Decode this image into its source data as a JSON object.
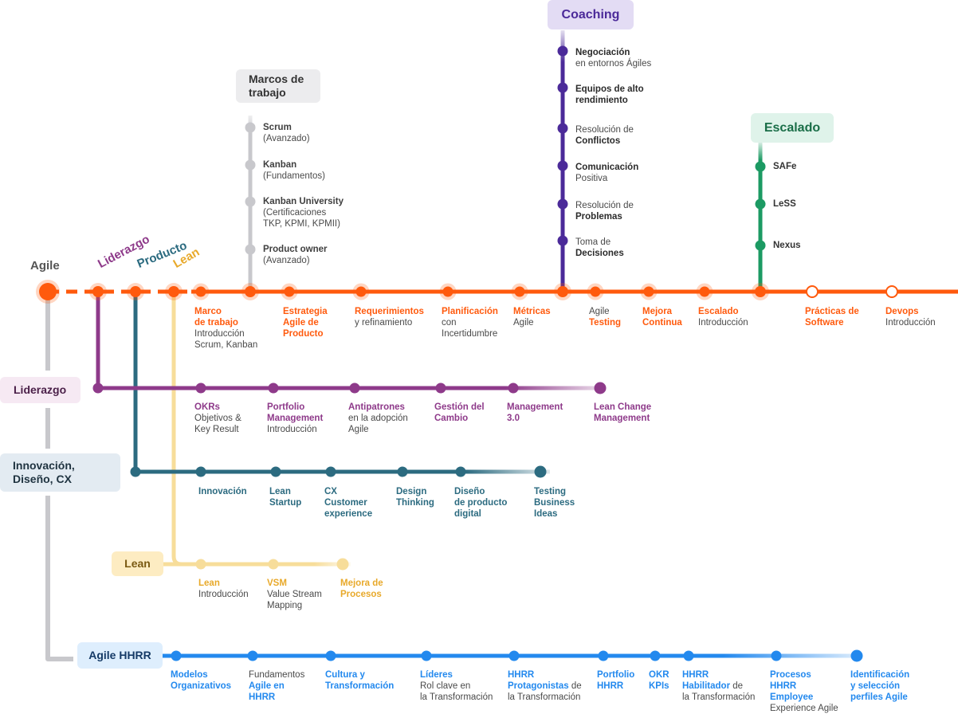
{
  "colors": {
    "agile": "#ff5a0d",
    "liderazgo": "#8e3a8a",
    "innovacion": "#2c6b80",
    "lean": "#f7dd9a",
    "lean_text": "#e8a92a",
    "hhrr": "#2389ee",
    "coaching": "#4b2a99",
    "marcos": "#c8c8cc",
    "escalado": "#1c9a63",
    "grey_text": "#4a4a4a"
  },
  "headings": {
    "agile": "Agile",
    "liderazgo_rot": "Liderazgo",
    "producto_rot": "Producto",
    "lean_rot": "Lean",
    "marcos": "Marcos de\ntrabajo",
    "coaching": "Coaching",
    "escalado": "Escalado",
    "liderazgo": "Liderazgo",
    "innovacion": "Innovación,\nDiseño, CX",
    "lean": "Lean",
    "hhrr": "Agile HHRR"
  },
  "agile_line": [
    {
      "b": "Marco\nde trabajo",
      "n": "Introducción\nScrum, Kanban"
    },
    {
      "b": "Estrategia\nAgile de\nProducto",
      "n": ""
    },
    {
      "b": "Requerimientos",
      "n": "y refinamiento"
    },
    {
      "b": "Planificación",
      "n": "con\nIncertidumbre"
    },
    {
      "b": "Métricas",
      "n": "Agile"
    },
    {
      "pre": "Agile",
      "b": "Testing",
      "n": ""
    },
    {
      "b": "Mejora\nContinua",
      "n": ""
    },
    {
      "b": "Escalado",
      "n": "Introducción"
    },
    {
      "b": "Prácticas de\nSoftware",
      "n": ""
    },
    {
      "b": "Devops",
      "n": "Introducción"
    }
  ],
  "marcos_items": [
    {
      "b": "Scrum",
      "n": "(Avanzado)"
    },
    {
      "b": "Kanban",
      "n": "(Fundamentos)"
    },
    {
      "b": "Kanban University",
      "n": "(Certificaciones\nTKP, KPMI, KPMII)"
    },
    {
      "b": "Product owner",
      "n": "(Avanzado)"
    }
  ],
  "coaching_items": [
    {
      "b": "Negociación",
      "n": "en entornos Ágiles"
    },
    {
      "b": "Equipos de alto\nrendimiento",
      "n": ""
    },
    {
      "pre": "Resolución de",
      "b": "Conflictos",
      "n": ""
    },
    {
      "b": "Comunicación",
      "n": "Positiva"
    },
    {
      "pre": "Resolución de",
      "b": "Problemas",
      "n": ""
    },
    {
      "pre": "Toma de",
      "b": "Decisiones",
      "n": ""
    }
  ],
  "escalado_items": [
    "SAFe",
    "LeSS",
    "Nexus"
  ],
  "liderazgo_items": [
    {
      "b": "OKRs",
      "n": "Objetivos &\nKey Result"
    },
    {
      "b": "Portfolio\nManagement",
      "n": "Introducción"
    },
    {
      "b": "Antipatrones",
      "n": "en la adopción\nAgile"
    },
    {
      "b": "Gestión del\nCambio",
      "n": ""
    },
    {
      "b": "Management\n3.0",
      "n": ""
    },
    {
      "b": "Lean Change\nManagement",
      "n": ""
    }
  ],
  "innovacion_items": [
    {
      "b": "Innovación",
      "n": ""
    },
    {
      "b": "Lean\nStartup",
      "n": ""
    },
    {
      "b": "CX\nCustomer\nexperience",
      "n": ""
    },
    {
      "b": "Design\nThinking",
      "n": ""
    },
    {
      "b": "Diseño\nde producto\ndigital",
      "n": ""
    },
    {
      "b": "Testing\nBusiness\nIdeas",
      "n": ""
    }
  ],
  "lean_items": [
    {
      "b": "Lean",
      "n": "Introducción"
    },
    {
      "b": "VSM",
      "n": "Value Stream\nMapping"
    },
    {
      "b": "Mejora de\nProcesos",
      "n": ""
    }
  ],
  "hhrr_items": [
    {
      "b": "Modelos\nOrganizativos",
      "n": ""
    },
    {
      "pre": "Fundamentos",
      "b": "Agile en\nHHRR",
      "n": ""
    },
    {
      "b": "Cultura y\nTransformación",
      "n": ""
    },
    {
      "b": "Líderes",
      "n": "Rol clave en\nla Transformación"
    },
    {
      "b": "HHRR\nProtagonistas",
      "tail": "de",
      "n": "la Transformación"
    },
    {
      "b": "Portfolio\nHHRR",
      "n": ""
    },
    {
      "b": "OKR\nKPIs",
      "n": ""
    },
    {
      "b": "HHRR\nHabilitador",
      "tail": "de",
      "n": "la Transformación"
    },
    {
      "b": "Procesos\nHHRR\nEmployee",
      "n": "Experience Agile"
    },
    {
      "b": "Identificación\ny selección\nperfiles Agile",
      "n": ""
    }
  ]
}
